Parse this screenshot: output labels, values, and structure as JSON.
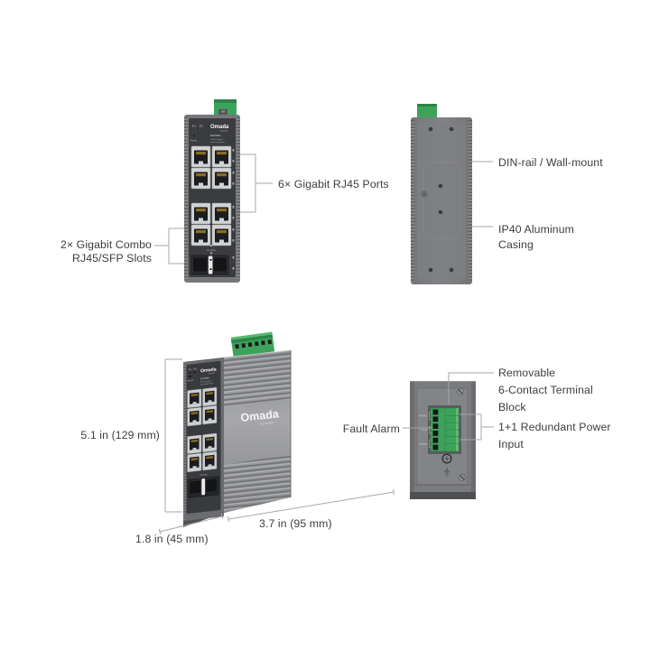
{
  "branding": {
    "logo": "Omada",
    "tagline": "by tp-link",
    "model": "ES209G",
    "desc1": "8-Port Gigabit",
    "desc2": "Industrial Switch"
  },
  "front_panel": {
    "led1": "P1",
    "led2": "P2",
    "reset": "Reset",
    "combo": "Combo"
  },
  "top_panel": {
    "labels": [
      "PWR1",
      "Fault",
      "PWR2"
    ]
  },
  "callouts": {
    "rj45": "6× Gigabit RJ45 Ports",
    "combo1": "2× Gigabit Combo",
    "combo2": "RJ45/SFP Slots",
    "din": "DIN-rail / Wall-mount",
    "casing1": "IP40 Aluminum",
    "casing2": "Casing",
    "term1": "Removable",
    "term2": "6-Contact Terminal",
    "term3": "Block",
    "fault": "Fault Alarm",
    "power1": "1+1 Redundant Power",
    "power2": "Input"
  },
  "dimensions": {
    "height": "5.1 in (129 mm)",
    "width": "1.8 in (45 mm)",
    "depth": "3.7 in (95 mm)"
  },
  "colors": {
    "accent_green": "#3da35a",
    "casing_gray": "#77787b",
    "panel_dark": "#3b3c40",
    "side_light": "#9a9b9e",
    "label_text": "#3c3d3f",
    "leader_line": "#a6a7a9"
  }
}
